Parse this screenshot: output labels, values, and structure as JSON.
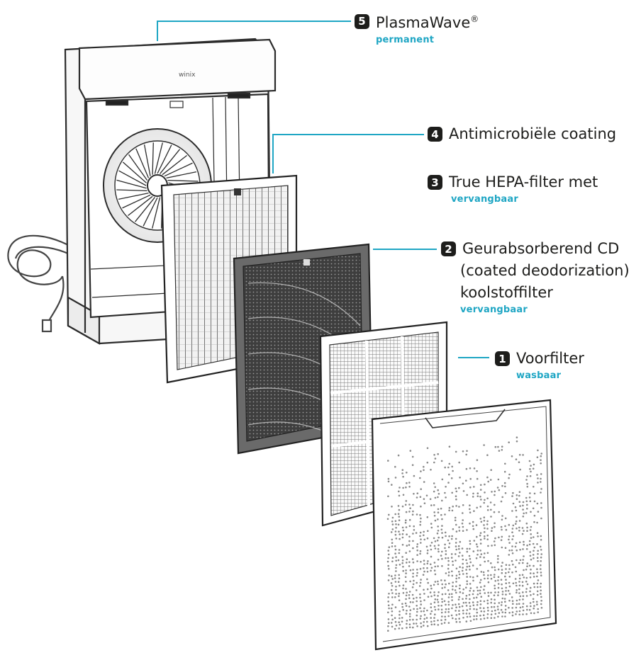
{
  "colors": {
    "accent": "#1fa6c4",
    "ink": "#1d1d1b",
    "badge": "#1d1d1b"
  },
  "labels": [
    {
      "number": "5",
      "title": "PlasmaWave",
      "mark": "®",
      "sub": "permanent"
    },
    {
      "number": "4",
      "title": "Antimicrobiële coating"
    },
    {
      "number": "3",
      "title": "True HEPA-filter met",
      "sub": "vervangbaar"
    },
    {
      "number": "2",
      "title": "Geurabsorberend CD",
      "cont1": "(coated deodorization)",
      "cont2": "koolstoffilter",
      "sub": "vervangbaar"
    },
    {
      "number": "1",
      "title": "Voorfilter",
      "sub": "wasbaar"
    }
  ],
  "device": {
    "logo": "winix"
  }
}
